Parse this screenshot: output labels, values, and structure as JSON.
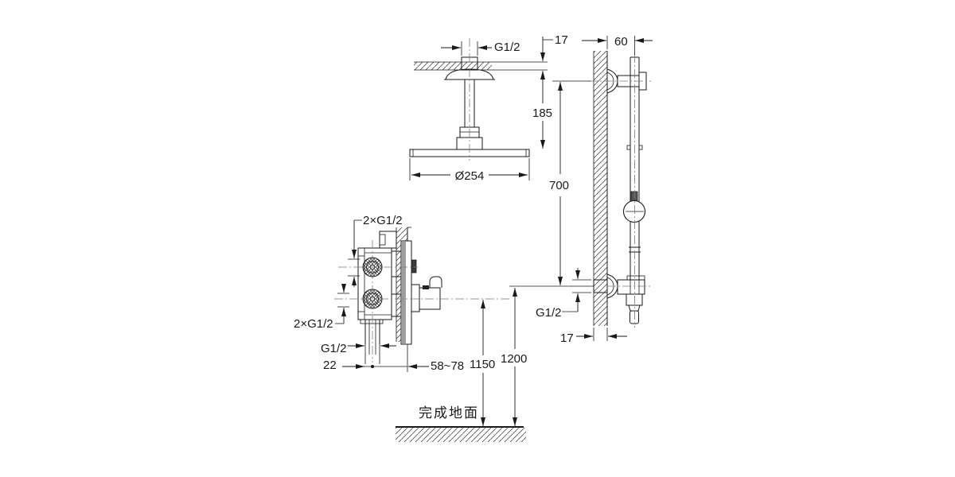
{
  "drawing": {
    "floor_label": "完成地面",
    "dims": {
      "head_thread": "G1/2",
      "ceiling_thickness": "17",
      "head_drop": "185",
      "head_diameter": "Ø254",
      "bar_length": "700",
      "bar_wall_offset": "60",
      "supply_thread": "G1/2",
      "wall_plate_thickness": "17",
      "valve_top_ports": "2×G1/2",
      "valve_bottom_ports": "2×G1/2",
      "valve_outlet": "G1/2",
      "valve_center_offset": "22",
      "valve_depth_range": "58~78",
      "handle_height": "1150",
      "supply_height": "1200"
    }
  }
}
